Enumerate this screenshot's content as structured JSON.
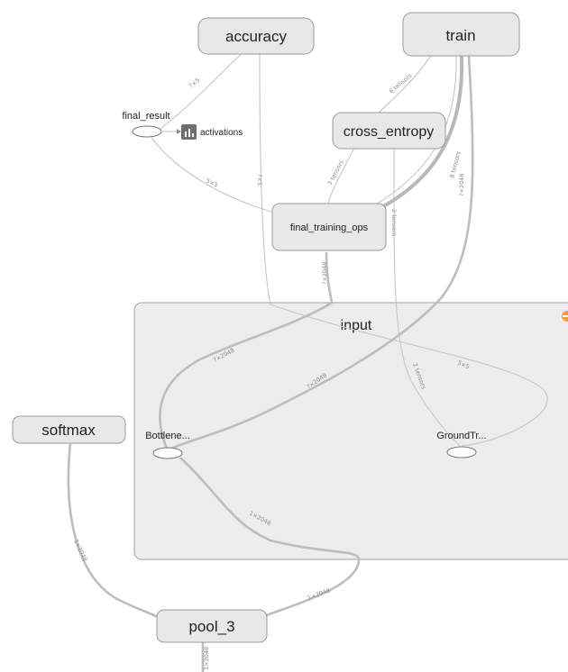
{
  "nodes": {
    "accuracy": "accuracy",
    "train": "train",
    "cross_entropy": "cross_entropy",
    "final_training_ops": "final_training_ops",
    "final_result": "final_result",
    "activations": "activations",
    "input": "input",
    "softmax": "softmax",
    "bottleneck": "Bottlene...",
    "ground_truth": "GroundTr...",
    "pool_3": "pool_3"
  },
  "edge_labels": {
    "fr_accuracy": "?×5",
    "fr_final_ops": "5×5",
    "accuracy_input": "?×5",
    "train_ce": "6 tensors",
    "ce_final_ops": "3 tensors",
    "train_final_ops": "8 tensors",
    "ce_ground": "2 tensors",
    "train_bottleneck": "?×2048",
    "final_ops_input": "?×2048",
    "input_left": "?×2048",
    "input_mid": "?×2048",
    "input_ground_a": "2 tensors",
    "input_right": "5×5",
    "bottleneck_pool": "1×2048",
    "pool_bottleneck": "1×2048",
    "softmax_pool": "1×2048",
    "pool_out": "1×2048"
  },
  "colors": {
    "node_fill": "#e8e8e8",
    "node_stroke": "#9a9a9a",
    "edge": "#bdbdbd",
    "expand_badge": "#f0a030",
    "activations_icon": "#6f6f6f"
  },
  "icons": {
    "activations": "bar-chart-icon",
    "expand": "collapse-minus-icon"
  }
}
